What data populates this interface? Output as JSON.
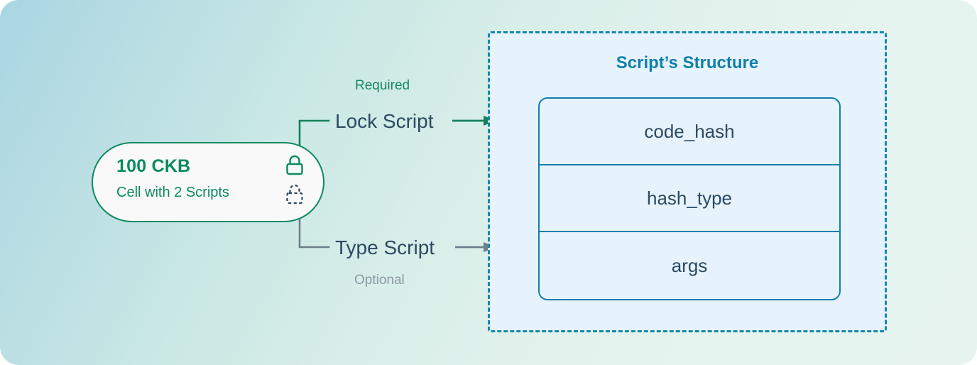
{
  "theme": {
    "bg_gradient_start": "#a9d6e3",
    "bg_gradient_end": "#e7f4ef",
    "green": "#0f8a62",
    "teal": "#1080ab",
    "slate": "#2c4a63",
    "gray": "#8d9aa3",
    "panel_fill": "#e7f3fc",
    "cell_fill": "#f8f9f8"
  },
  "cell": {
    "amount": "100 CKB",
    "subtitle": "Cell with 2 Scripts",
    "icons": [
      {
        "name": "lock-icon-solid",
        "style": "solid",
        "color": "#0f8a62"
      },
      {
        "name": "lock-icon-dashed",
        "style": "dashed",
        "color": "#2c4a63"
      }
    ]
  },
  "scripts": [
    {
      "label": "Lock Script",
      "note": "Required",
      "note_color": "#18875f",
      "connector_color": "#16815c",
      "arrow_color": "#16815c"
    },
    {
      "label": "Type Script",
      "note": "Optional",
      "note_color": "#8d9aa3",
      "connector_color": "#6e7f8c",
      "arrow_color": "#6e7f8c"
    }
  ],
  "structure_panel": {
    "title": "Script’s Structure",
    "fields": [
      {
        "name": "code_hash"
      },
      {
        "name": "hash_type"
      },
      {
        "name": "args"
      }
    ]
  }
}
